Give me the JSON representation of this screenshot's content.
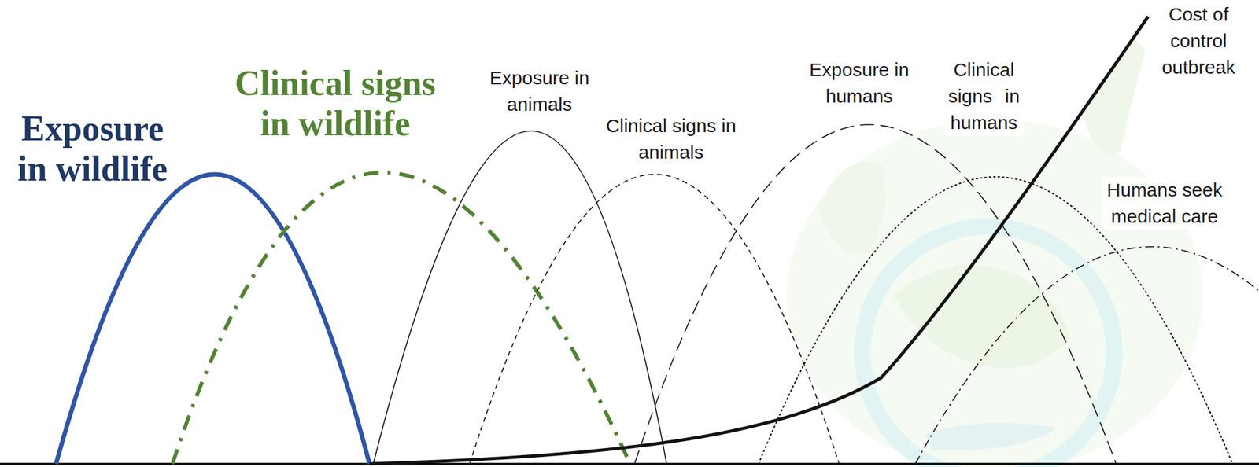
{
  "diagram": {
    "labels": [
      "Exposure in wildlife",
      "Clinical signs in wildlife",
      "Exposure in animals",
      "Clinical signs in animals",
      "Exposure in humans",
      "Clinical signs in humans",
      "Humans seek medical care",
      "Cost of control outbreak"
    ]
  }
}
